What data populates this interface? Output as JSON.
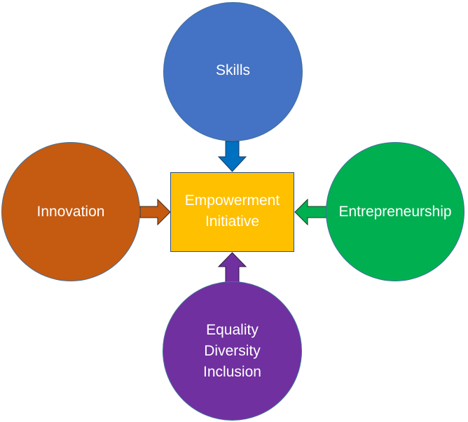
{
  "diagram": {
    "center": {
      "label": "Empowerment\nInitiative",
      "color": "#ffc000"
    },
    "nodes": {
      "top": {
        "label": "Skills",
        "color": "#4472c4",
        "arrow_color": "#0070c0"
      },
      "left": {
        "label": "Innovation",
        "color": "#c55a11",
        "arrow_color": "#c55a11"
      },
      "right": {
        "label": "Entrepreneurship",
        "color": "#00b050",
        "arrow_color": "#00b050"
      },
      "bottom": {
        "label": "Equality\nDiversity\nInclusion",
        "color": "#7030a0",
        "arrow_color": "#7030a0"
      }
    },
    "edges": [
      {
        "from": "Skills",
        "to": "Empowerment Initiative",
        "direction": "down"
      },
      {
        "from": "Innovation",
        "to": "Empowerment Initiative",
        "direction": "right"
      },
      {
        "from": "Entrepreneurship",
        "to": "Empowerment Initiative",
        "direction": "left"
      },
      {
        "from": "Equality Diversity Inclusion",
        "to": "Empowerment Initiative",
        "direction": "up"
      }
    ]
  }
}
